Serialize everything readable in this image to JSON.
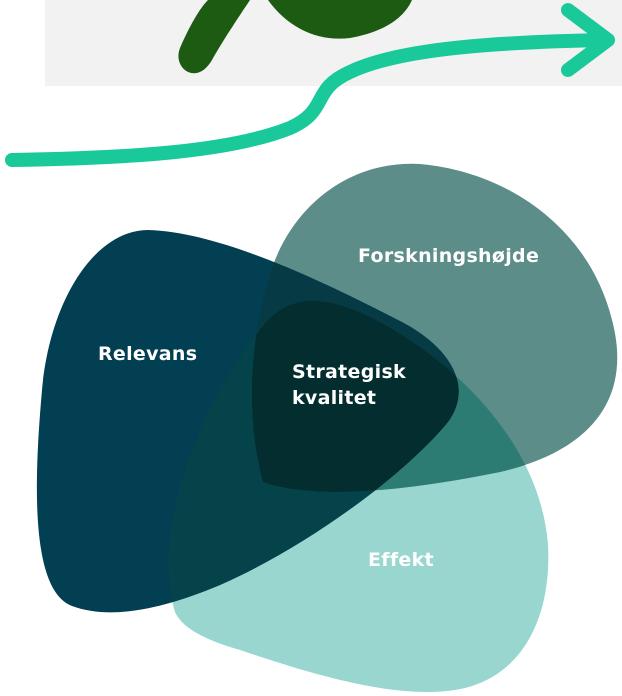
{
  "colors": {
    "background": "#ffffff",
    "photo_background": "#f1f2f1",
    "leaf": "#1e5b12",
    "arrow": "#19c99a",
    "relevans": "#033f52",
    "forskningshojde": "#5c8d89",
    "effekt": "#98d6cf",
    "strategic_overlap": "#032d2f",
    "label_text": "#ffffff"
  },
  "icons": {
    "leaf": "leaf-illustration",
    "arrow": "arrow-right-icon"
  },
  "diagram": {
    "sets": {
      "forskningshojde": "Forskningshøjde",
      "relevans": "Relevans",
      "effekt": "Effekt"
    },
    "center": {
      "line1": "Strategisk",
      "line2": "kvalitet"
    }
  }
}
